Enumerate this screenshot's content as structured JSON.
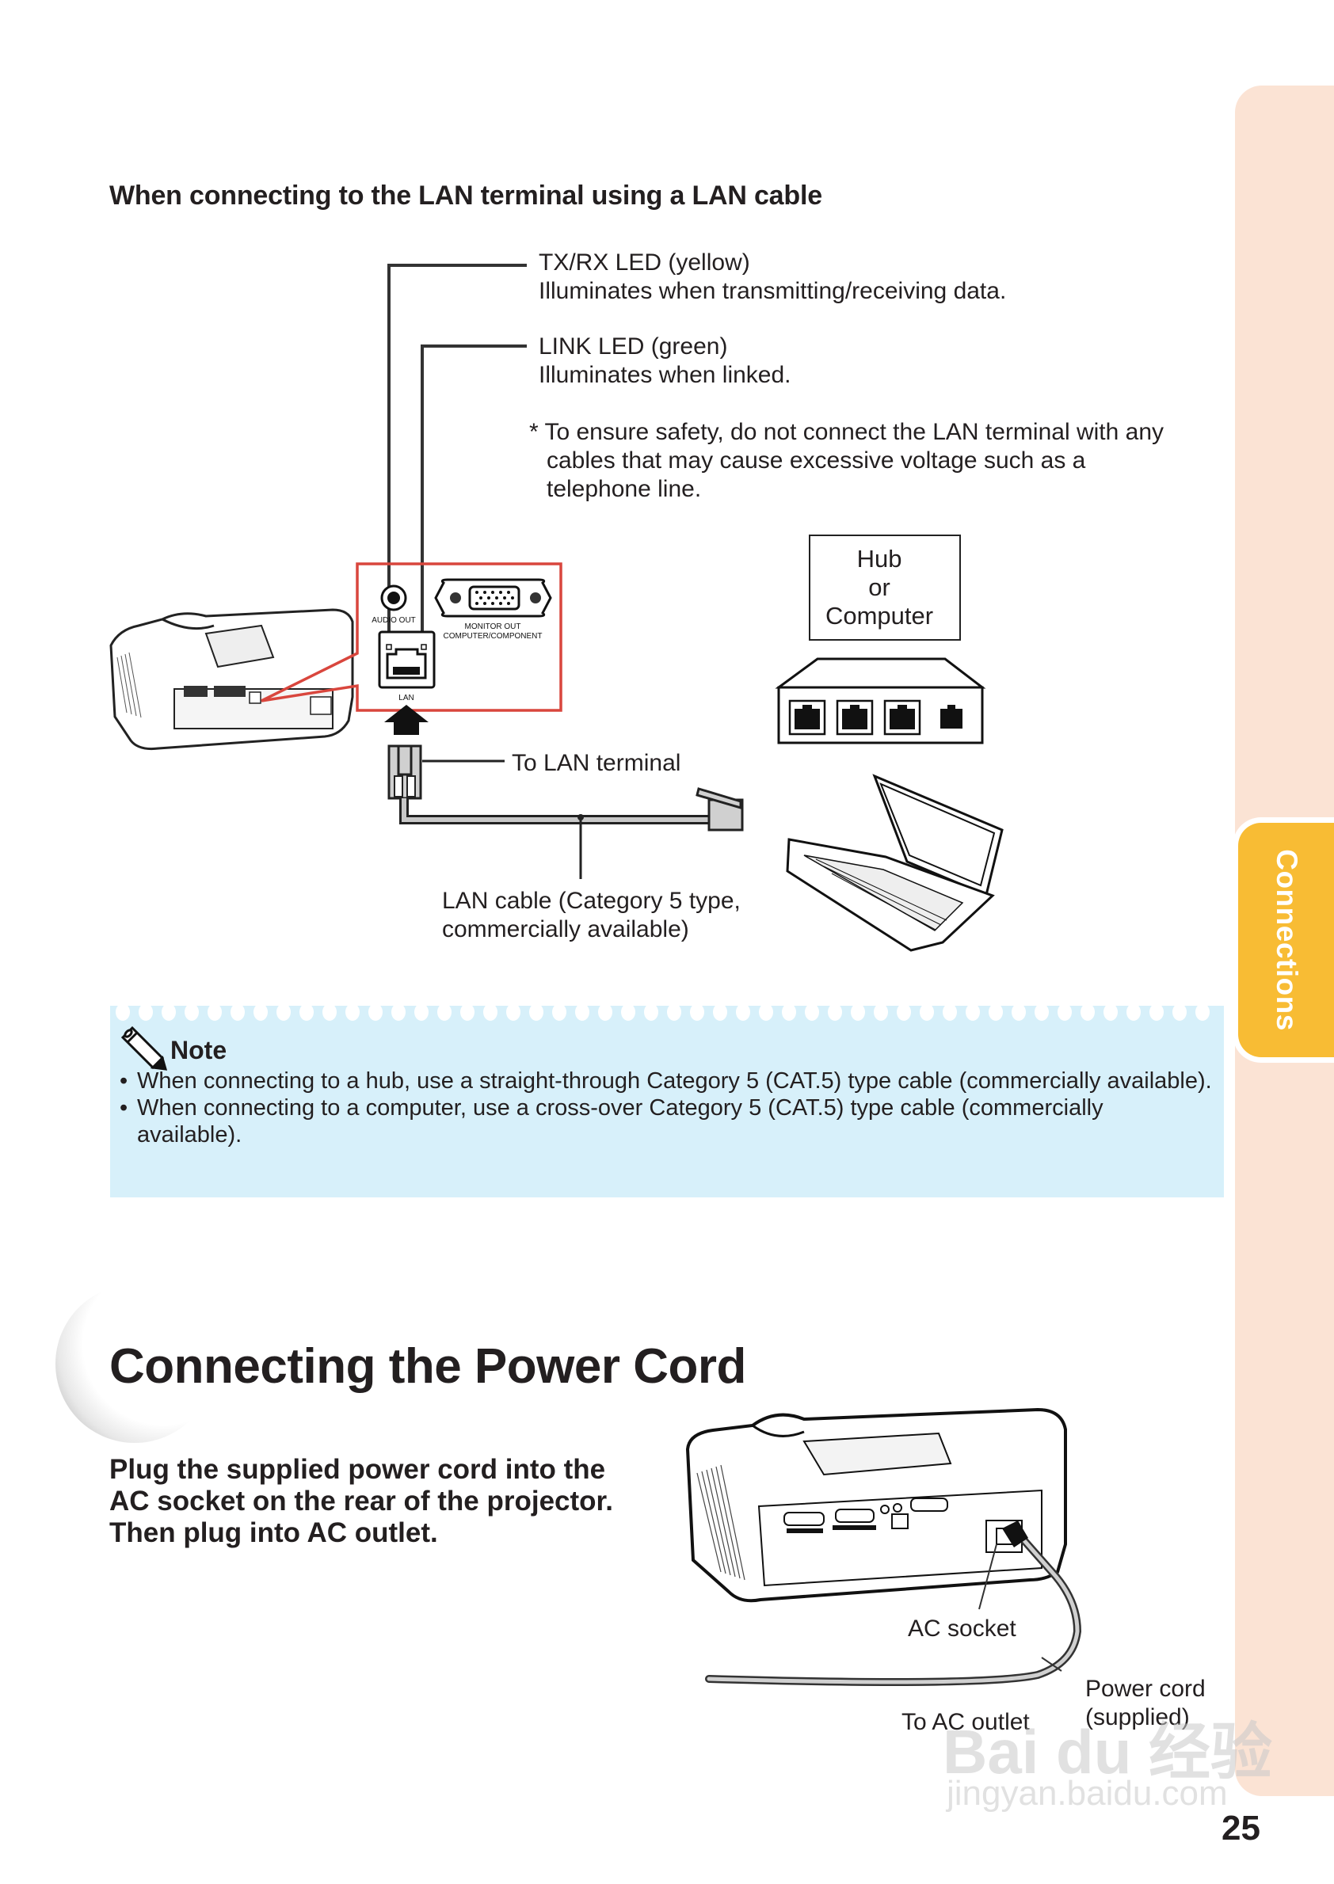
{
  "sidebar": {
    "tab_label": "Connections",
    "colors": {
      "strip": "#fbe3d4",
      "tab": "#f8bc34"
    }
  },
  "lan_section": {
    "heading": "When connecting to the LAN terminal using a LAN cable",
    "callouts": {
      "txrx_title": "TX/RX LED (yellow)",
      "txrx_desc": "Illuminates when transmitting/receiving data.",
      "link_title": "LINK LED (green)",
      "link_desc": "Illuminates when linked.",
      "safety_note_lines": [
        "* To ensure safety, do not connect the LAN terminal with any",
        "cables that may cause excessive voltage such as a",
        "telephone line."
      ]
    },
    "panel_labels": {
      "audio_out": "AUDIO OUT",
      "monitor_out_line1": "MONITOR OUT",
      "monitor_out_line2": "COMPUTER/COMPONENT",
      "lan": "LAN"
    },
    "hub_box_lines": [
      "Hub",
      "or",
      "Computer"
    ],
    "to_lan_terminal": "To LAN terminal",
    "lan_cable_lines": [
      "LAN cable (Category 5 type,",
      "commercially available)"
    ],
    "highlight_color": "#d9463d"
  },
  "note": {
    "title": "Note",
    "items": [
      "When connecting to a hub, use a straight-through Category 5 (CAT.5) type cable (commercially available).",
      "When connecting to a computer, use a cross-over Category 5 (CAT.5) type cable (commercially available)."
    ],
    "background": "#d7f0fa"
  },
  "power_section": {
    "title": "Connecting the Power Cord",
    "intro_lines": [
      "Plug the supplied power cord into the",
      "AC socket on the rear of the projector.",
      "Then plug into AC outlet."
    ],
    "labels": {
      "ac_socket": "AC socket",
      "power_cord_line1": "Power cord",
      "power_cord_line2": "(supplied)",
      "to_ac_outlet": "To AC outlet"
    }
  },
  "page_number": "25",
  "watermark": {
    "main": "Bai du 经验",
    "url": "jingyan.baidu.com"
  }
}
